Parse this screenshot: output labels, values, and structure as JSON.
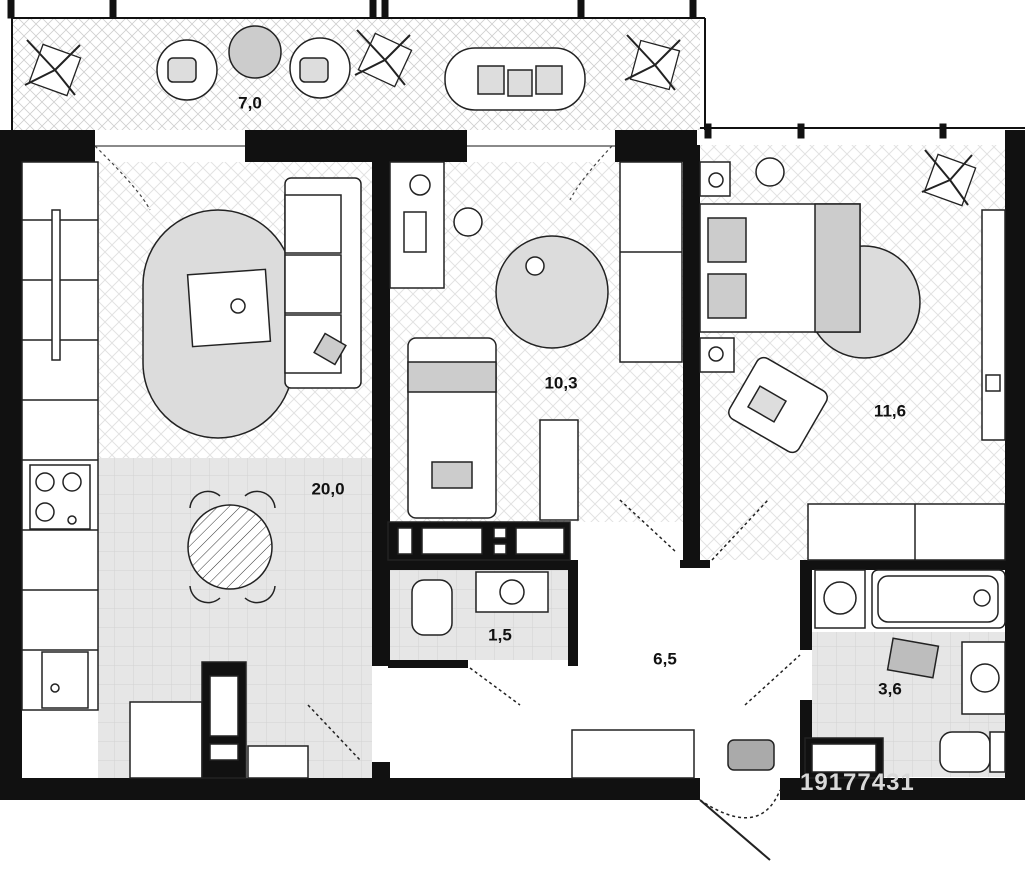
{
  "rooms": [
    {
      "id": "balcony",
      "area": "7,0"
    },
    {
      "id": "living-kitchen",
      "area": "20,0"
    },
    {
      "id": "bedroom-small",
      "area": "10,3"
    },
    {
      "id": "bedroom-large",
      "area": "11,6"
    },
    {
      "id": "wc",
      "area": "1,5"
    },
    {
      "id": "hallway",
      "area": "6,5"
    },
    {
      "id": "bathroom",
      "area": "3,6"
    }
  ],
  "watermark": {
    "code": "19177431"
  },
  "colors": {
    "wall": "#111111",
    "rug": "#dcdcdc",
    "tile": "#e4e4e4",
    "furniture": "#ffffff",
    "line": "#333333"
  }
}
